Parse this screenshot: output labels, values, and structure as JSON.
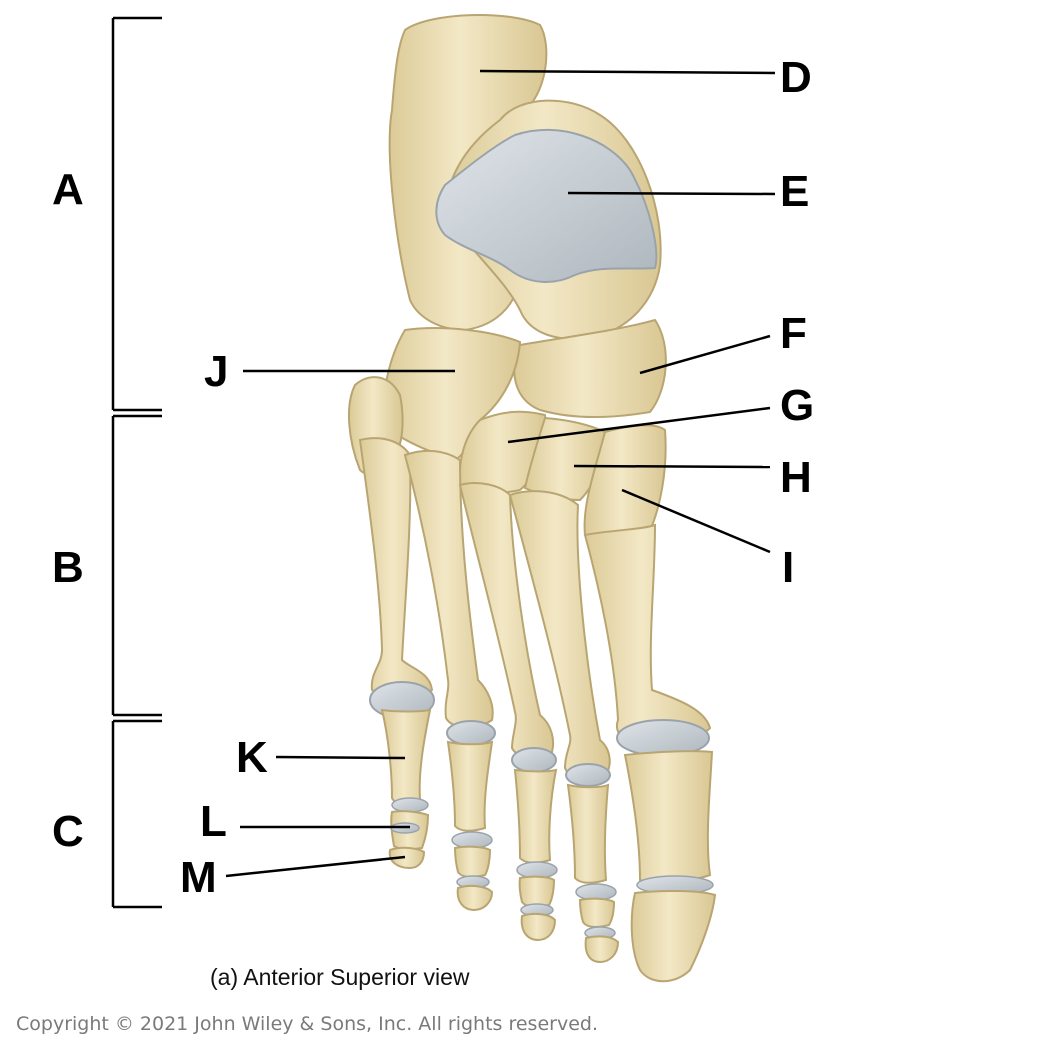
{
  "diagram": {
    "caption": "(a) Anterior Superior view",
    "copyright": "Copyright © 2021 John Wiley & Sons, Inc. All rights reserved.",
    "regions": {
      "a": "A",
      "b": "B",
      "c": "C"
    },
    "labels": {
      "d": "D",
      "e": "E",
      "f": "F",
      "g": "G",
      "h": "H",
      "i": "I",
      "j": "J",
      "k": "K",
      "l": "L",
      "m": "M"
    },
    "colors": {
      "bone": "#efe2bb",
      "bone_shade": "#d8c692",
      "bone_edge": "#b9a571",
      "cartilage": "#c9d0d6",
      "cartilage_edge": "#9aa3ab",
      "leader": "#000000"
    }
  }
}
